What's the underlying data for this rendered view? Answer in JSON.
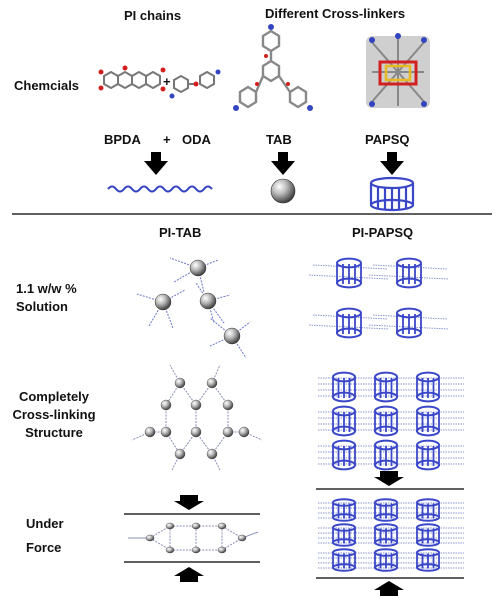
{
  "headers": {
    "pi_chains": "PI chains",
    "cross_linkers": "Different Cross-linkers",
    "pi_tab": "PI-TAB",
    "pi_papsq": "PI-PAPSQ"
  },
  "rows": {
    "chemicals": "Chemcials",
    "solution_line1": "1.1 w/w %",
    "solution_line2": "Solution",
    "crosslink_line1": "Completely",
    "crosslink_line2": "Cross-linking",
    "crosslink_line3": "Structure",
    "force_line1": "Under",
    "force_line2": "Force"
  },
  "labels": {
    "bpda": "BPDA",
    "plus_label": "+",
    "oda": "ODA",
    "tab": "TAB",
    "papsq": "PAPSQ",
    "molecule_plus": "+"
  },
  "colors": {
    "chain_blue": "#3344c0",
    "cage_blue": "#3a47c8",
    "sphere_gray": "#9a9a9a",
    "oxygen_red": "#d22020",
    "silicon_yellow": "#e8b820",
    "text": "#111111"
  }
}
